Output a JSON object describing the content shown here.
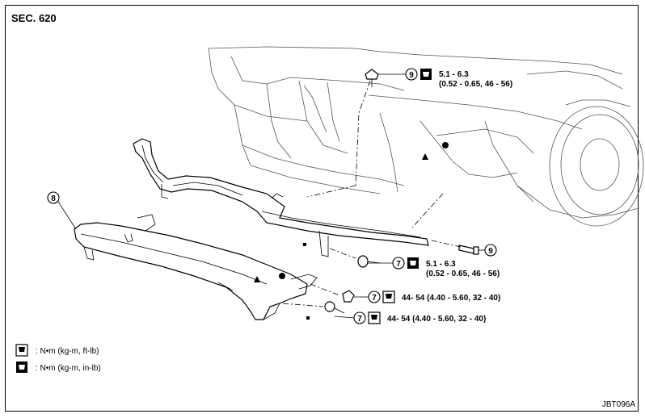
{
  "section": "SEC. 620",
  "figure_code": "JBT096A",
  "callouts": {
    "part_8": "8",
    "part_9_top": "9",
    "part_9_right": "9",
    "part_7_a": "7",
    "part_7_b": "7",
    "part_7_c": "7"
  },
  "torques": {
    "top": {
      "line1": "5.1 - 6.3",
      "line2": "(0.52 - 0.65, 46 - 56)"
    },
    "mid": {
      "line1": "5.1 - 6.3",
      "line2": "(0.52 - 0.65, 46 - 56)"
    },
    "lower_a": "44- 54 (4.40 - 5.60, 32 - 40)",
    "lower_b": "44- 54 (4.40 - 5.60, 32 - 40)"
  },
  "legend": {
    "ft_lb": ": N•m (kg-m, ft-lb)",
    "in_lb": ": N•m (kg-m, in-lb)"
  },
  "icons": [
    "torque-wrench-ft-lb-icon",
    "torque-wrench-in-lb-icon",
    "triangle-marker",
    "circle-marker",
    "square-marker"
  ]
}
